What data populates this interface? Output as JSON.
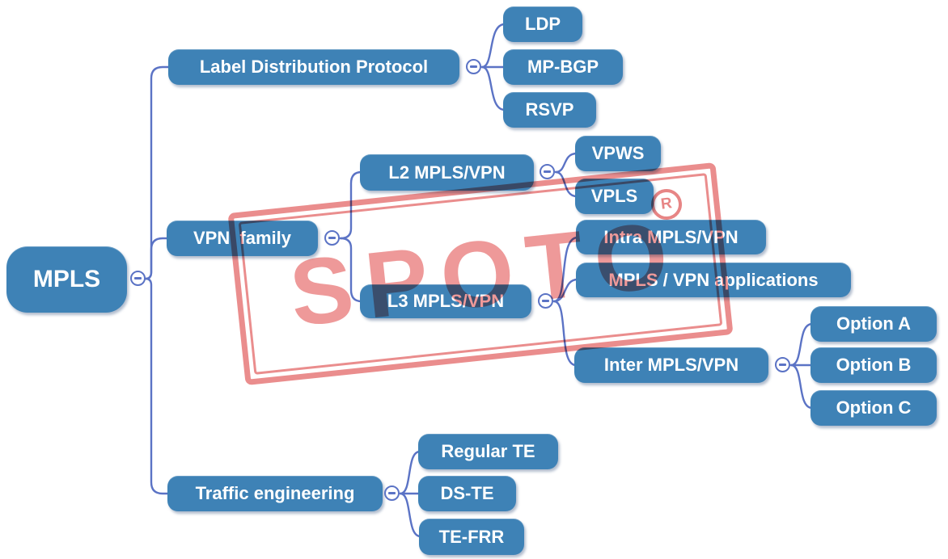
{
  "colors": {
    "node_fill": "#3e82b6",
    "node_text": "#ffffff",
    "connector": "#5b73c5",
    "watermark_red": "#e57070",
    "background": "#ffffff"
  },
  "mindmap": {
    "root": {
      "label": "MPLS"
    },
    "branches": [
      {
        "label": "Label Distribution Protocol",
        "children": [
          {
            "label": "LDP"
          },
          {
            "label": "MP-BGP"
          },
          {
            "label": "RSVP"
          }
        ]
      },
      {
        "label": "VPN  family",
        "children": [
          {
            "label": "L2 MPLS/VPN",
            "children": [
              {
                "label": "VPWS"
              },
              {
                "label": "VPLS"
              }
            ]
          },
          {
            "label": "L3 MPLS/VPN",
            "children": [
              {
                "label": "Intra MPLS/VPN"
              },
              {
                "label": "MPLS / VPN applications"
              },
              {
                "label": "Inter MPLS/VPN",
                "children": [
                  {
                    "label": "Option A"
                  },
                  {
                    "label": "Option B"
                  },
                  {
                    "label": "Option C"
                  }
                ]
              }
            ]
          }
        ]
      },
      {
        "label": "Traffic engineering",
        "children": [
          {
            "label": "Regular TE"
          },
          {
            "label": "DS-TE"
          },
          {
            "label": "TE-FRR"
          }
        ]
      }
    ]
  },
  "watermark": {
    "text": "SPOTO",
    "registered_mark": "R"
  }
}
